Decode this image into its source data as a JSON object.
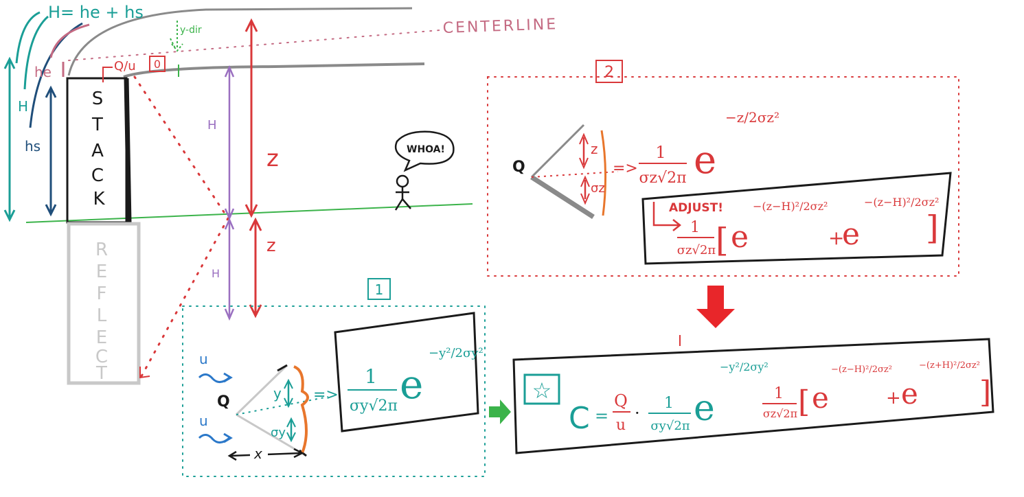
{
  "labels": {
    "h_eq": "H= he + hs",
    "h": "H",
    "he": "he",
    "hs": "hs",
    "qu": "Q/u",
    "qu_box": "0",
    "ydir": "y-dir",
    "centerline": "CENTERLINE",
    "stack": [
      "S",
      "T",
      "A",
      "C",
      "K"
    ],
    "reflect": [
      "R",
      "E",
      "F",
      "L",
      "E",
      "C",
      "T"
    ],
    "H_purple": "H",
    "z_red": "z",
    "whoa": "WHOA!",
    "box1": "1",
    "box2": "2",
    "adjust": "ADJUST!",
    "u": "u",
    "Q": "Q",
    "x": "x",
    "y": "y",
    "sigma_y": "σy",
    "sigma_z": "σz",
    "z": "z",
    "C": "C",
    "star": "☆"
  },
  "equations": {
    "gauss_y_num": "1",
    "gauss_y_den": "σy√2π",
    "gauss_y_exp": "−y²/2σy²",
    "gauss_z_num": "1",
    "gauss_z_den": "σz√2π",
    "gauss_z_exp": "−z/2σz²",
    "adjust_num": "1",
    "adjust_den": "σz√2π",
    "adjust_exp1": "−(z−H)²/2σz²",
    "adjust_exp2": "−(z−H)²/2σz²",
    "final_qu_num": "Q",
    "final_qu_den": "u",
    "final_y_num": "1",
    "final_y_den": "σy√2π",
    "final_y_exp": "−y²/2σy²",
    "final_z_num": "1",
    "final_z_den": "σz√2π",
    "final_exp1": "−(z−H)²/2σz²",
    "final_exp2": "−(z+H)²/2σz²"
  },
  "colors": {
    "teal": "#1a9e96",
    "navy": "#1f4e7a",
    "red": "#d9383a",
    "pink": "#c46a82",
    "purple": "#9a6fc0",
    "green": "#3bb34a",
    "grey": "#8a8a8a",
    "black": "#1a1a1a",
    "orange": "#e8762c",
    "blue": "#2b78c9"
  }
}
